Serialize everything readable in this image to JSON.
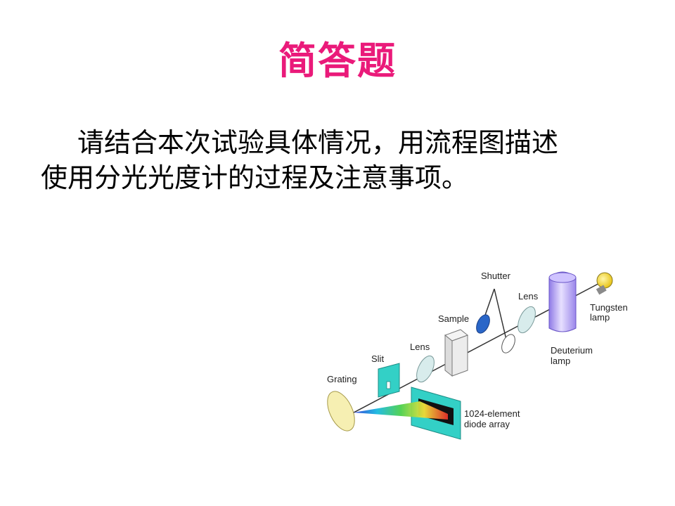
{
  "title": "简答题",
  "question": {
    "line1": "请结合本次试验具体情况，用流程图描述",
    "line2": "使用分光光度计的过程及注意事项。"
  },
  "diagram": {
    "labels": {
      "shutter": "Shutter",
      "lens_top": "Lens",
      "tungsten_1": "Tungsten",
      "tungsten_2": "lamp",
      "sample": "Sample",
      "deuterium_1": "Deuterium",
      "deuterium_2": "lamp",
      "lens_bottom": "Lens",
      "slit": "Slit",
      "grating": "Grating",
      "array_1": "1024-element",
      "array_2": "diode array"
    }
  },
  "colors": {
    "title": "#ea1a7a",
    "text": "#000000",
    "deuterium": "#b9a8f4",
    "tungsten": "#f3dc34",
    "slit": "#33d0c6",
    "lens": "#d8ecec",
    "shutter": "#2a66c8"
  }
}
